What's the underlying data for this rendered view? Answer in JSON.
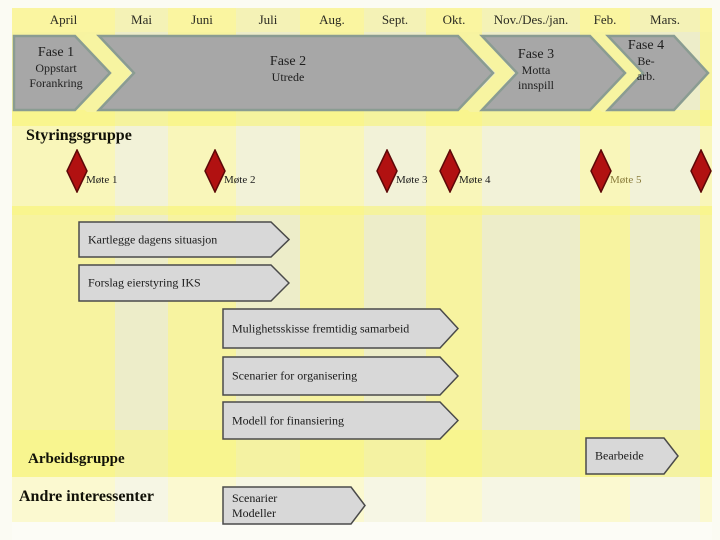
{
  "slide": {
    "months": [
      "April",
      "Mai",
      "Juni",
      "Juli",
      "Aug.",
      "Sept.",
      "Okt.",
      "Nov./Des./jan.",
      "Feb.",
      "Mars."
    ],
    "phases": [
      {
        "title": "Fase 1",
        "line1": "Oppstart",
        "line2": "Forankring"
      },
      {
        "title": "Fase 2",
        "line1": "Utrede"
      },
      {
        "title": "Fase 3",
        "line1": "Motta",
        "line2": "innspill"
      },
      {
        "title": "Fase 4",
        "line1": "Be-",
        "line2": "arb."
      }
    ],
    "groups": {
      "styringsgruppe": "Styringsgruppe",
      "arbeidsgruppe": "Arbeidsgruppe",
      "andre_interessenter": "Andre interessenter"
    },
    "milestones": [
      {
        "label": "Møte 1"
      },
      {
        "label": "Møte 2"
      },
      {
        "label": "Møte 3"
      },
      {
        "label": "Møte 4"
      },
      {
        "label": "Møte 5"
      },
      {
        "label": ""
      }
    ],
    "tasks": [
      {
        "label": "Kartlegge dagens situasjon"
      },
      {
        "label": "Forslag eierstyring IKS"
      },
      {
        "label": "Mulighetsskisse fremtidig samarbeid"
      },
      {
        "label": "Scenarier for organisering"
      },
      {
        "label": "Modell for finansiering"
      },
      {
        "label": "Bearbeide"
      },
      {
        "line1": "Scenarier",
        "line2": "Modeller"
      }
    ],
    "colors": {
      "stripe_bright": "#F7F3A0",
      "stripe_pale": "#EDEDC9",
      "phase_fill": "#A7A7A7",
      "phase_border": "#8A9C92",
      "gap_yellow": "#F7F4A1",
      "milestone_fill": "#B11111",
      "milestone_border": "#5E0808",
      "mote5_label_color": "#8A7C3C",
      "task_fill": "#D8D8D8",
      "task_border": "#4A4A4A"
    }
  }
}
